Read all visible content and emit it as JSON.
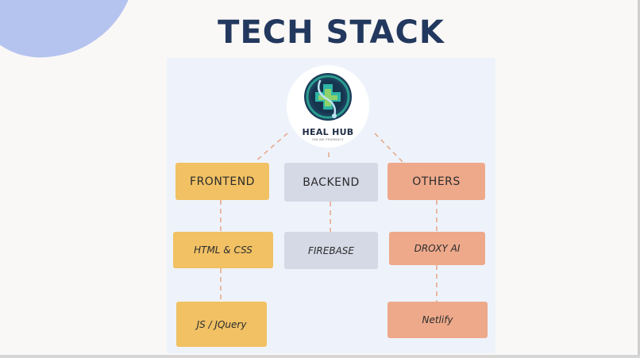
{
  "slide": {
    "title": "TECH STACK"
  },
  "logo": {
    "name": "HEAL HUB",
    "tagline": "ONLINE PHARMACY"
  },
  "columns": [
    {
      "header": "FRONTEND",
      "items": [
        "HTML & CSS",
        "JS / JQuery"
      ]
    },
    {
      "header": "BACKEND",
      "items": [
        "FIREBASE"
      ]
    },
    {
      "header": "OTHERS",
      "items": [
        "DROXY AI",
        "Netlify"
      ]
    }
  ],
  "colors": {
    "title": "#22385e",
    "frontend": "#f1c164",
    "backend": "#d5d8e5",
    "others": "#eea98b",
    "connector": "#e8a98d",
    "accent_blob": "#b5c3ef"
  }
}
